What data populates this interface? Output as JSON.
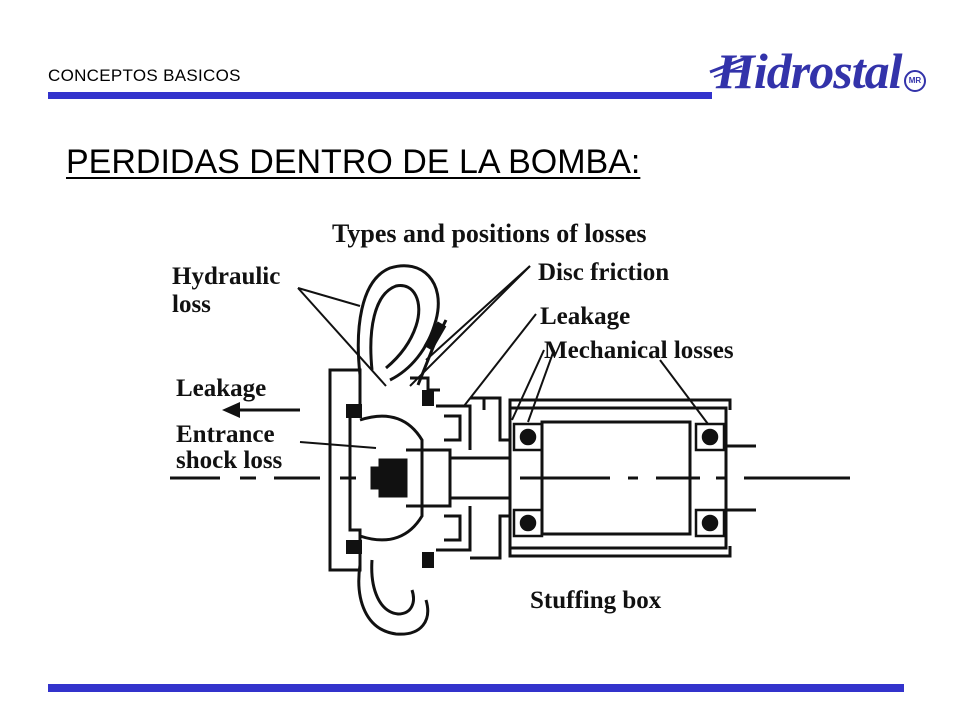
{
  "header": {
    "title": "CONCEPTOS BASICOS"
  },
  "brand": {
    "logo_text": "Hidrostal",
    "registered_mark": "MR",
    "color": "#3333aa"
  },
  "slide": {
    "heading": "PERDIDAS DENTRO DE LA BOMBA:"
  },
  "diagram": {
    "title": "Types and positions of losses",
    "labels": {
      "hydraulic_loss_line1": "Hydraulic",
      "hydraulic_loss_line2": "loss",
      "disc_friction": "Disc friction",
      "leakage_right": "Leakage",
      "mechanical_losses": "Mechanical losses",
      "leakage_left": "Leakage",
      "entrance_line1": "Entrance",
      "entrance_line2": "shock loss",
      "stuffing_box": "Stuffing box"
    }
  },
  "colors": {
    "rule": "#3333cc",
    "ink": "#111111"
  }
}
